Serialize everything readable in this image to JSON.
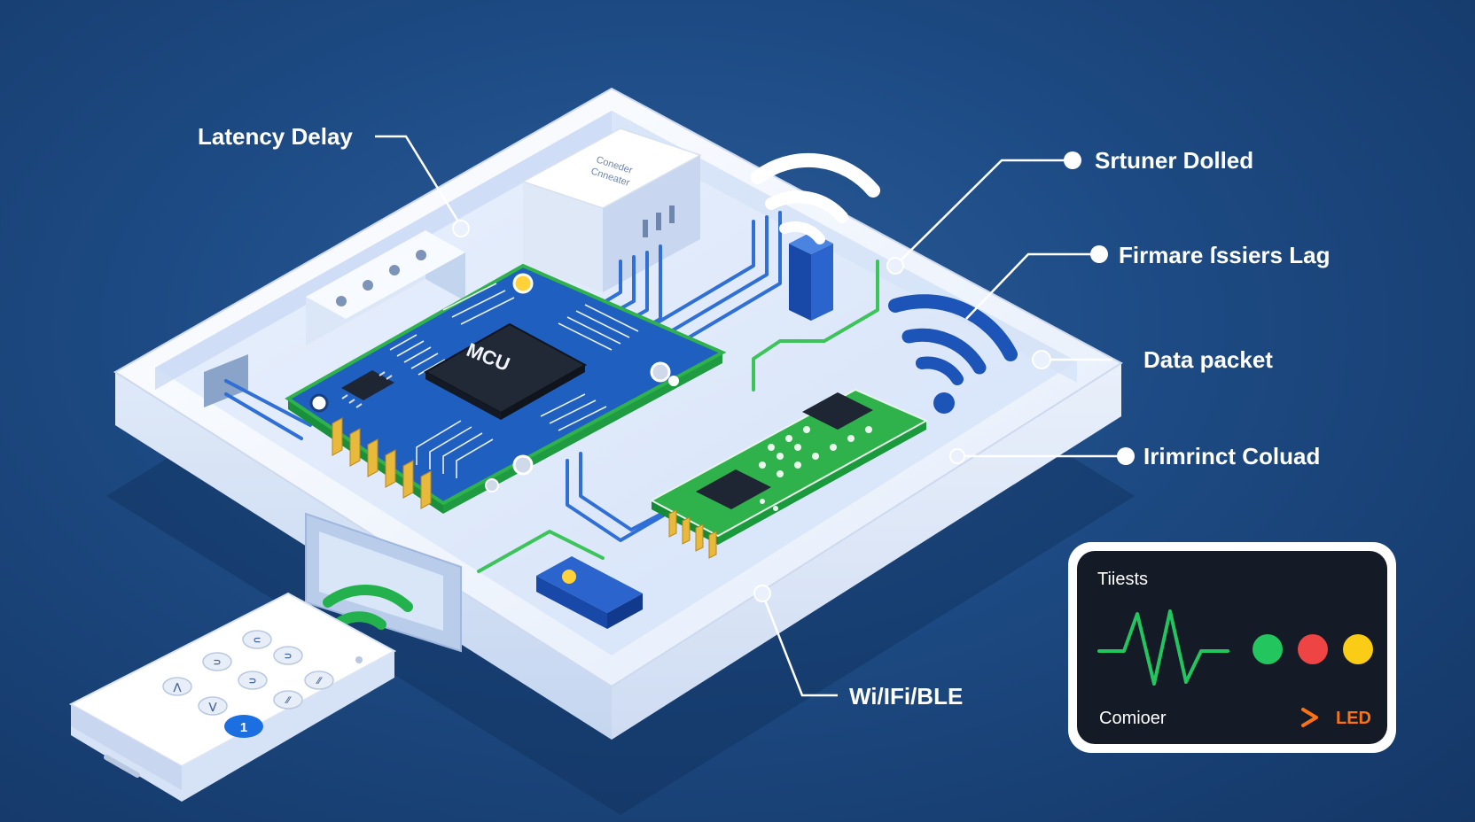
{
  "labels": {
    "latency_delay": "Latency Delay",
    "srtuner_dolled": "Srtuner Dolled",
    "firmware_issues": "Firmare ſssiers Lag",
    "data_packet": "Data packet",
    "irimrinct_coluad": "Irimrinct Coluad",
    "wifi_ble": "Wi/IFi/BLE"
  },
  "chips": {
    "mcu": "MCU",
    "connector_line1": "Coneder",
    "connector_line2": "Cnneater"
  },
  "monitor": {
    "title": "Tiiests",
    "footer_left": "Comiоer",
    "footer_right": "LED",
    "indicator_colors": [
      "#22c55e",
      "#ef4444",
      "#facc15"
    ]
  },
  "remote": {
    "highlighted_key": "1"
  },
  "colors": {
    "background": "#1d4a83",
    "device_body": "#f4f8ff",
    "pcb_blue": "#1f5fbf",
    "pcb_green": "#2fb24c",
    "trace_blue": "#2f6fd6",
    "trace_green": "#3cc45a",
    "gold_pins": "#e8b93a",
    "wifi_blue": "#1c54b8",
    "wifi_green": "#22b14c"
  }
}
